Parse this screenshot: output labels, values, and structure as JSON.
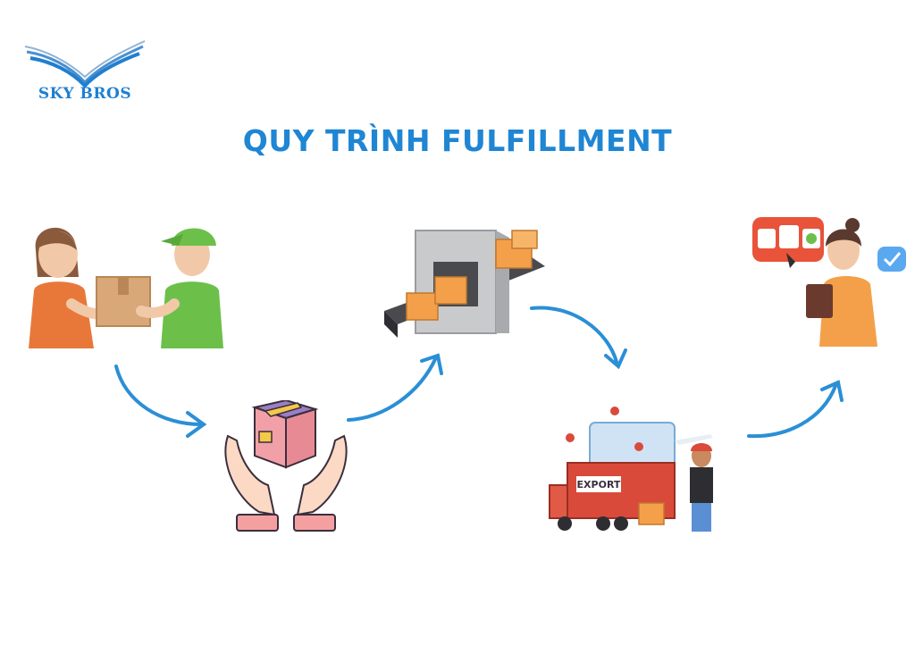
{
  "brand": {
    "name": "SKY BROS",
    "color": "#1f7fd0"
  },
  "title": "QUY TRÌNH FULFILLMENT",
  "colors": {
    "title": "#1f86d4",
    "arrow": "#2a8fd6",
    "box": "#d9a878",
    "orange": "#f4a04a",
    "green": "#6cc04a",
    "container": "#d94a3a"
  },
  "steps": [
    {
      "icon": "package-handover-icon"
    },
    {
      "icon": "hands-holding-box-icon"
    },
    {
      "icon": "conveyor-belt-icon"
    },
    {
      "icon": "export-truck-icon"
    },
    {
      "icon": "customer-tablet-icon"
    }
  ],
  "truck": {
    "label": "EXPORT"
  }
}
